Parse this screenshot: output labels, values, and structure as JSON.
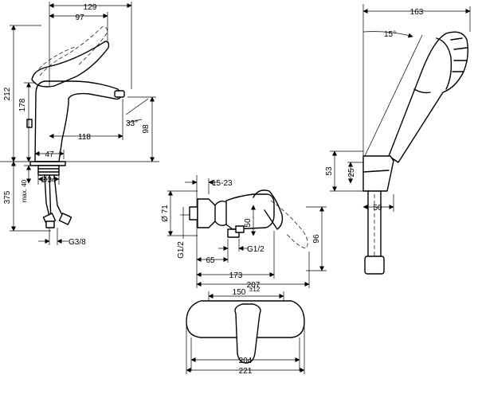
{
  "mixer": {
    "top_width": "129",
    "spout_reach": "97",
    "total_height": "212",
    "spout_height": "178",
    "max_label": "max. 40",
    "projection": "118",
    "base_diameter": "47",
    "lever_angle": "33°",
    "outlet_height": "98",
    "hose_length": "375",
    "hole_diameter": "Ø34",
    "connection": "G3/8"
  },
  "shower_set": {
    "width": "163",
    "angle": "15°",
    "holder_height": "53",
    "holder_thickness": "25",
    "holder_depth": "50"
  },
  "wall_mixer_side": {
    "offset_range": "15-23",
    "body_diameter": "Ø 71",
    "outlet_depth": "50",
    "thread_inlet": "G1/2",
    "thread_outlet": "G1/2",
    "inlet_distance": "65",
    "outlet_reach": "173",
    "total_depth": "207",
    "height": "96"
  },
  "wall_mixer_front": {
    "centers": "150",
    "tolerance": "±12",
    "inner_width": "204",
    "outer_width": "221"
  }
}
